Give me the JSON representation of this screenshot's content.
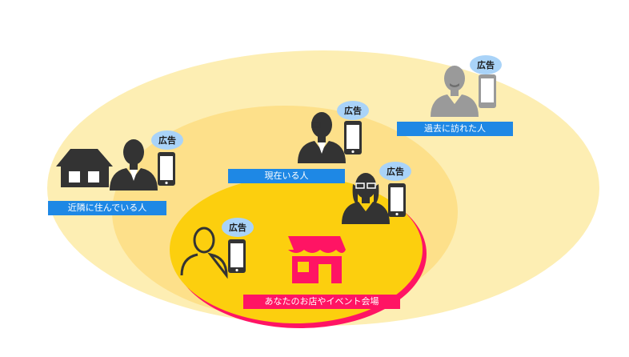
{
  "colors": {
    "outer": "#fdeeb3",
    "middle": "#fde08a",
    "inner": "#fccf0e",
    "shadow": "#ff1464",
    "label_blue": "#1e88e5",
    "label_red": "#ff1464",
    "person_dark": "#333333",
    "person_gray": "#9a9a9a",
    "bubble": "#a9d3f8"
  },
  "ad_label": "広告",
  "labels": {
    "neighbors": "近隣に住んでいる人",
    "present": "現在いる人",
    "past": "過去に訪れた人",
    "venue": "あなたのお店やイベント会場"
  },
  "icons": [
    "house-icon",
    "person-icon",
    "smartphone-icon",
    "speech-bubble-icon",
    "shop-icon"
  ]
}
